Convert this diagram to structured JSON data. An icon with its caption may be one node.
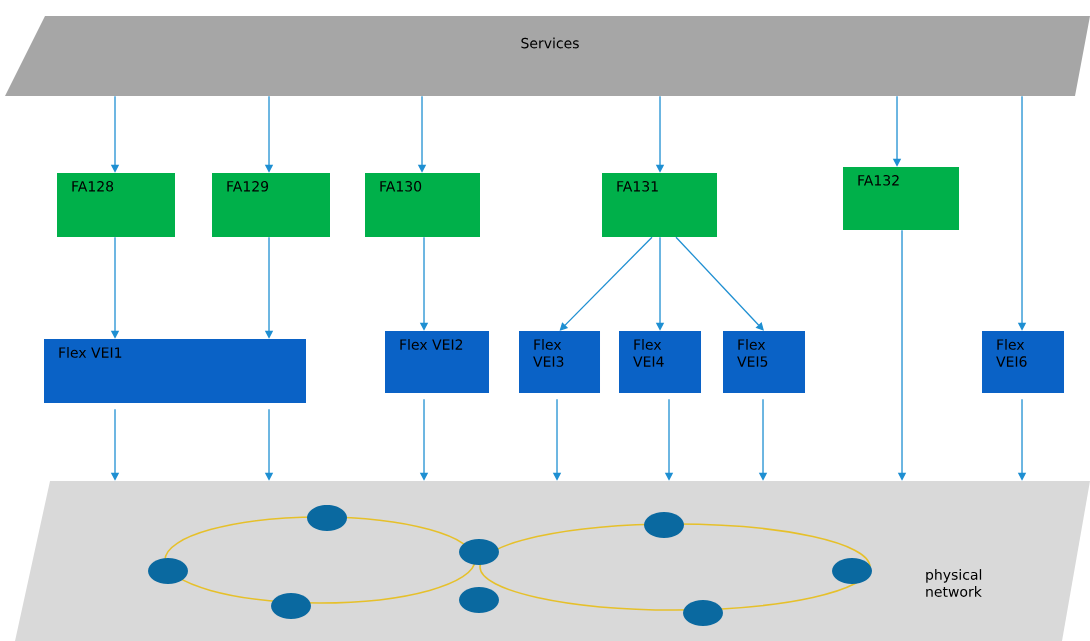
{
  "diagram": {
    "nodes": [
      {
        "text": [
          "Services"
        ]
      },
      {
        "text": [
          "FA128"
        ]
      },
      {
        "text": [
          "FA129"
        ]
      },
      {
        "text": [
          "FA130"
        ]
      },
      {
        "text": [
          "FA131"
        ]
      },
      {
        "text": [
          "FA132"
        ]
      },
      {
        "text": [
          "Flex VEI1"
        ]
      },
      {
        "text": [
          "Flex VEI2"
        ]
      },
      {
        "text": [
          "Flex VEI3"
        ]
      },
      {
        "text": [
          "Flex VEI4"
        ]
      },
      {
        "text": [
          "Flex VEI5"
        ]
      },
      {
        "text": [
          "Flex VEI6"
        ]
      },
      {
        "text": [
          "physical network"
        ]
      }
    ],
    "edges": [
      {
        "from": 0,
        "to": 1,
        "arrow": "to"
      },
      {
        "from": 0,
        "to": 2,
        "arrow": "to"
      },
      {
        "from": 0,
        "to": 3,
        "arrow": "to"
      },
      {
        "from": 0,
        "to": 4,
        "arrow": "to"
      },
      {
        "from": 0,
        "to": 5,
        "arrow": "to"
      },
      {
        "from": 0,
        "to": 11,
        "arrow": "to"
      },
      {
        "from": 1,
        "to": 6,
        "arrow": "to"
      },
      {
        "from": 2,
        "to": 6,
        "arrow": "to"
      },
      {
        "from": 3,
        "to": 7,
        "arrow": "to"
      },
      {
        "from": 4,
        "to": 8,
        "arrow": "to"
      },
      {
        "from": 4,
        "to": 9,
        "arrow": "to"
      },
      {
        "from": 4,
        "to": 10,
        "arrow": "to"
      },
      {
        "from": 6,
        "to": 12,
        "arrow": "to"
      },
      {
        "from": 6,
        "to": 12,
        "arrow": "to"
      },
      {
        "from": 7,
        "to": 12,
        "arrow": "to"
      },
      {
        "from": 8,
        "to": 12,
        "arrow": "to"
      },
      {
        "from": 9,
        "to": 12,
        "arrow": "to"
      },
      {
        "from": 10,
        "to": 12,
        "arrow": "to"
      },
      {
        "from": 5,
        "to": 12,
        "arrow": "to"
      },
      {
        "from": 11,
        "to": 12,
        "arrow": "to"
      }
    ]
  }
}
